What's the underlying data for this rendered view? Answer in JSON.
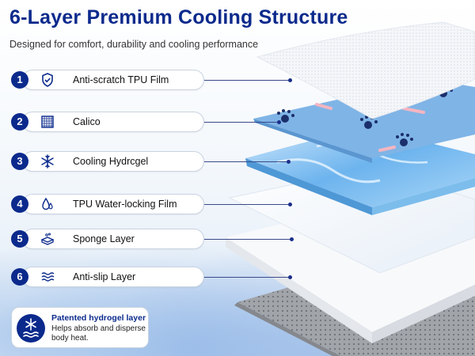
{
  "header": {
    "title": "6-Layer Premium Cooling Structure",
    "subtitle": "Designed for comfort, durability and cooling performance"
  },
  "layers": [
    {
      "number": "1",
      "label": "Anti-scratch TPU Film",
      "icon": "shield-icon"
    },
    {
      "number": "2",
      "label": "Calico",
      "icon": "fabric-grid-icon"
    },
    {
      "number": "3",
      "label": "Cooling Hydrcgel",
      "icon": "snowflake-icon"
    },
    {
      "number": "4",
      "label": "TPU Water-locking Film",
      "icon": "water-drops-icon"
    },
    {
      "number": "5",
      "label": "Sponge Layer",
      "icon": "sponge-icon"
    },
    {
      "number": "6",
      "label": "Anti-slip Layer",
      "icon": "waves-icon"
    }
  ],
  "note": {
    "title": "Patented hydrogel layer",
    "text": "Helps absorb and disperse body heat.",
    "icon": "snowflake-waves-icon"
  },
  "colors": {
    "brand": "#0b2a8c",
    "calico": "#7fb4e6",
    "hydrogel": "#5aa6e6",
    "sponge": "#f4f5f7",
    "anti_slip": "#9a9da3"
  }
}
